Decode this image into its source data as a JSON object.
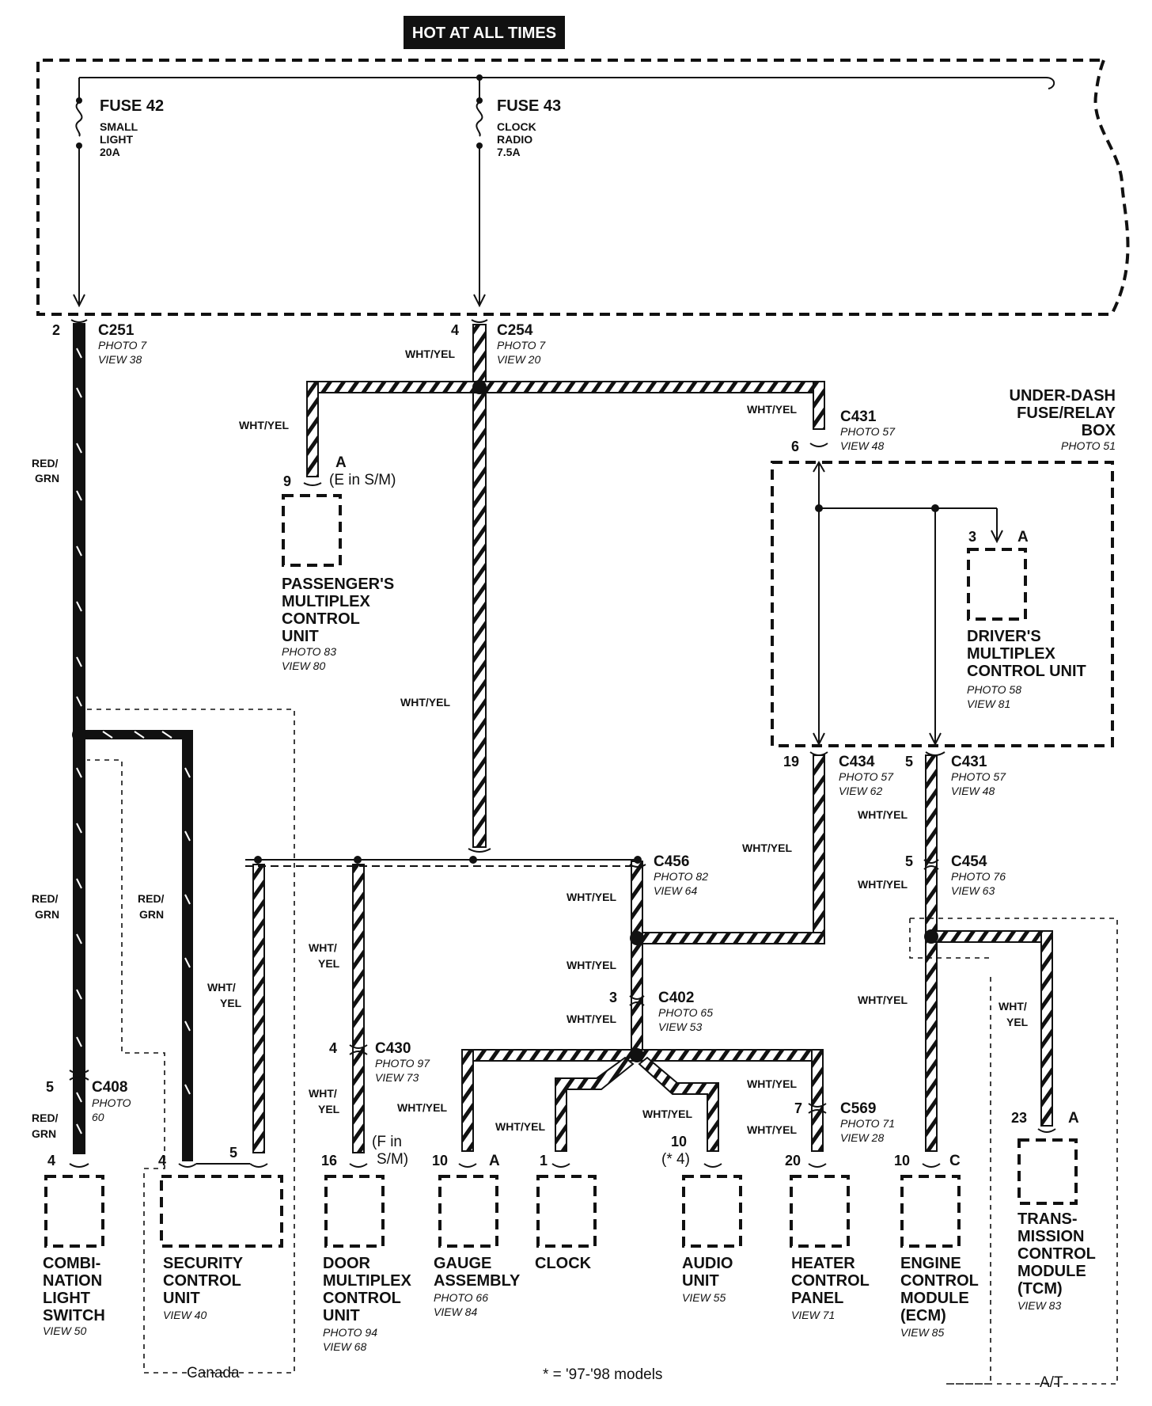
{
  "header": {
    "power_label": "HOT AT ALL TIMES"
  },
  "fuses": [
    {
      "name": "FUSE 42",
      "desc": [
        "SMALL",
        "LIGHT",
        "20A"
      ]
    },
    {
      "name": "FUSE 43",
      "desc": [
        "CLOCK",
        "RADIO",
        "7.5A"
      ]
    }
  ],
  "underdash_box": {
    "lines": [
      "UNDER-DASH",
      "FUSE/RELAY",
      "BOX"
    ],
    "ref": "PHOTO 51"
  },
  "connectors": {
    "c251": {
      "pin": "2",
      "name": "C251",
      "ref1": "PHOTO 7",
      "ref2": "VIEW 38"
    },
    "c254": {
      "pin": "4",
      "name": "C254",
      "ref1": "PHOTO 7",
      "ref2": "VIEW 20"
    },
    "c431_top": {
      "pin": "6",
      "name": "C431",
      "ref1": "PHOTO 57",
      "ref2": "VIEW 48"
    },
    "c434": {
      "pin": "19",
      "name": "C434",
      "ref1": "PHOTO 57",
      "ref2": "VIEW 62"
    },
    "c431_bot": {
      "pin": "5",
      "name": "C431",
      "ref1": "PHOTO 57",
      "ref2": "VIEW 48"
    },
    "c454": {
      "pin": "5",
      "name": "C454",
      "ref1": "PHOTO 76",
      "ref2": "VIEW 63"
    },
    "c456": {
      "name": "C456",
      "ref1": "PHOTO 82",
      "ref2": "VIEW 64"
    },
    "c402": {
      "pin": "3",
      "name": "C402",
      "ref1": "PHOTO 65",
      "ref2": "VIEW 53"
    },
    "c430": {
      "pin": "4",
      "name": "C430",
      "ref1": "PHOTO 97",
      "ref2": "VIEW 73"
    },
    "c408": {
      "pin": "5",
      "name": "C408",
      "ref1": "PHOTO",
      "ref2": "60"
    },
    "c569": {
      "pin": "7",
      "name": "C569",
      "ref1": "PHOTO 71",
      "ref2": "VIEW 28"
    }
  },
  "wire_colors": {
    "wht_yel": "WHT/YEL",
    "wht": "WHT/",
    "yel": "YEL",
    "red": "RED/",
    "grn": "GRN"
  },
  "components": {
    "passenger": {
      "pin": "9",
      "term": "A",
      "term_note": "(E in S/M)",
      "lines": [
        "PASSENGER'S",
        "MULTIPLEX",
        "CONTROL",
        "UNIT"
      ],
      "ref1": "PHOTO 83",
      "ref2": "VIEW 80"
    },
    "driver": {
      "pin": "3",
      "term": "A",
      "lines": [
        "DRIVER'S",
        "MULTIPLEX",
        "CONTROL UNIT"
      ],
      "ref1": "PHOTO 58",
      "ref2": "VIEW 81"
    },
    "combi": {
      "pin": "4",
      "lines": [
        "COMBI-",
        "NATION",
        "LIGHT",
        "SWITCH"
      ],
      "ref1": "VIEW 50"
    },
    "security": {
      "pin_a": "4",
      "pin_b": "5",
      "lines": [
        "SECURITY",
        "CONTROL",
        "UNIT"
      ],
      "ref1": "VIEW 40"
    },
    "door": {
      "pin": "16",
      "term_note1": "(F in",
      "term_note2": "S/M)",
      "lines": [
        "DOOR",
        "MULTIPLEX",
        "CONTROL",
        "UNIT"
      ],
      "ref1": "PHOTO 94",
      "ref2": "VIEW 68"
    },
    "gauge": {
      "pin": "10",
      "term": "A",
      "lines": [
        "GAUGE",
        "ASSEMBLY"
      ],
      "ref1": "PHOTO 66",
      "ref2": "VIEW 84"
    },
    "clock": {
      "pin": "1",
      "lines": [
        "CLOCK"
      ]
    },
    "audio": {
      "pin": "10",
      "pin_note": "(* 4)",
      "lines": [
        "AUDIO",
        "UNIT"
      ],
      "ref1": "VIEW 55"
    },
    "heater": {
      "pin": "20",
      "lines": [
        "HEATER",
        "CONTROL",
        "PANEL"
      ],
      "ref1": "VIEW 71"
    },
    "ecm": {
      "pin": "10",
      "term": "C",
      "lines": [
        "ENGINE",
        "CONTROL",
        "MODULE",
        "(ECM)"
      ],
      "ref1": "VIEW 85"
    },
    "tcm": {
      "pin": "23",
      "term": "A",
      "lines": [
        "TRANS-",
        "MISSION",
        "CONTROL",
        "MODULE",
        "(TCM)"
      ],
      "ref1": "VIEW 83"
    }
  },
  "notes": {
    "canada": "Canada",
    "at": "A/T",
    "footnote": "* = '97-'98 models"
  },
  "colors": {
    "ink": "#111111",
    "background": "#ffffff",
    "label_bg": "#111111",
    "label_text": "#ffffff"
  }
}
